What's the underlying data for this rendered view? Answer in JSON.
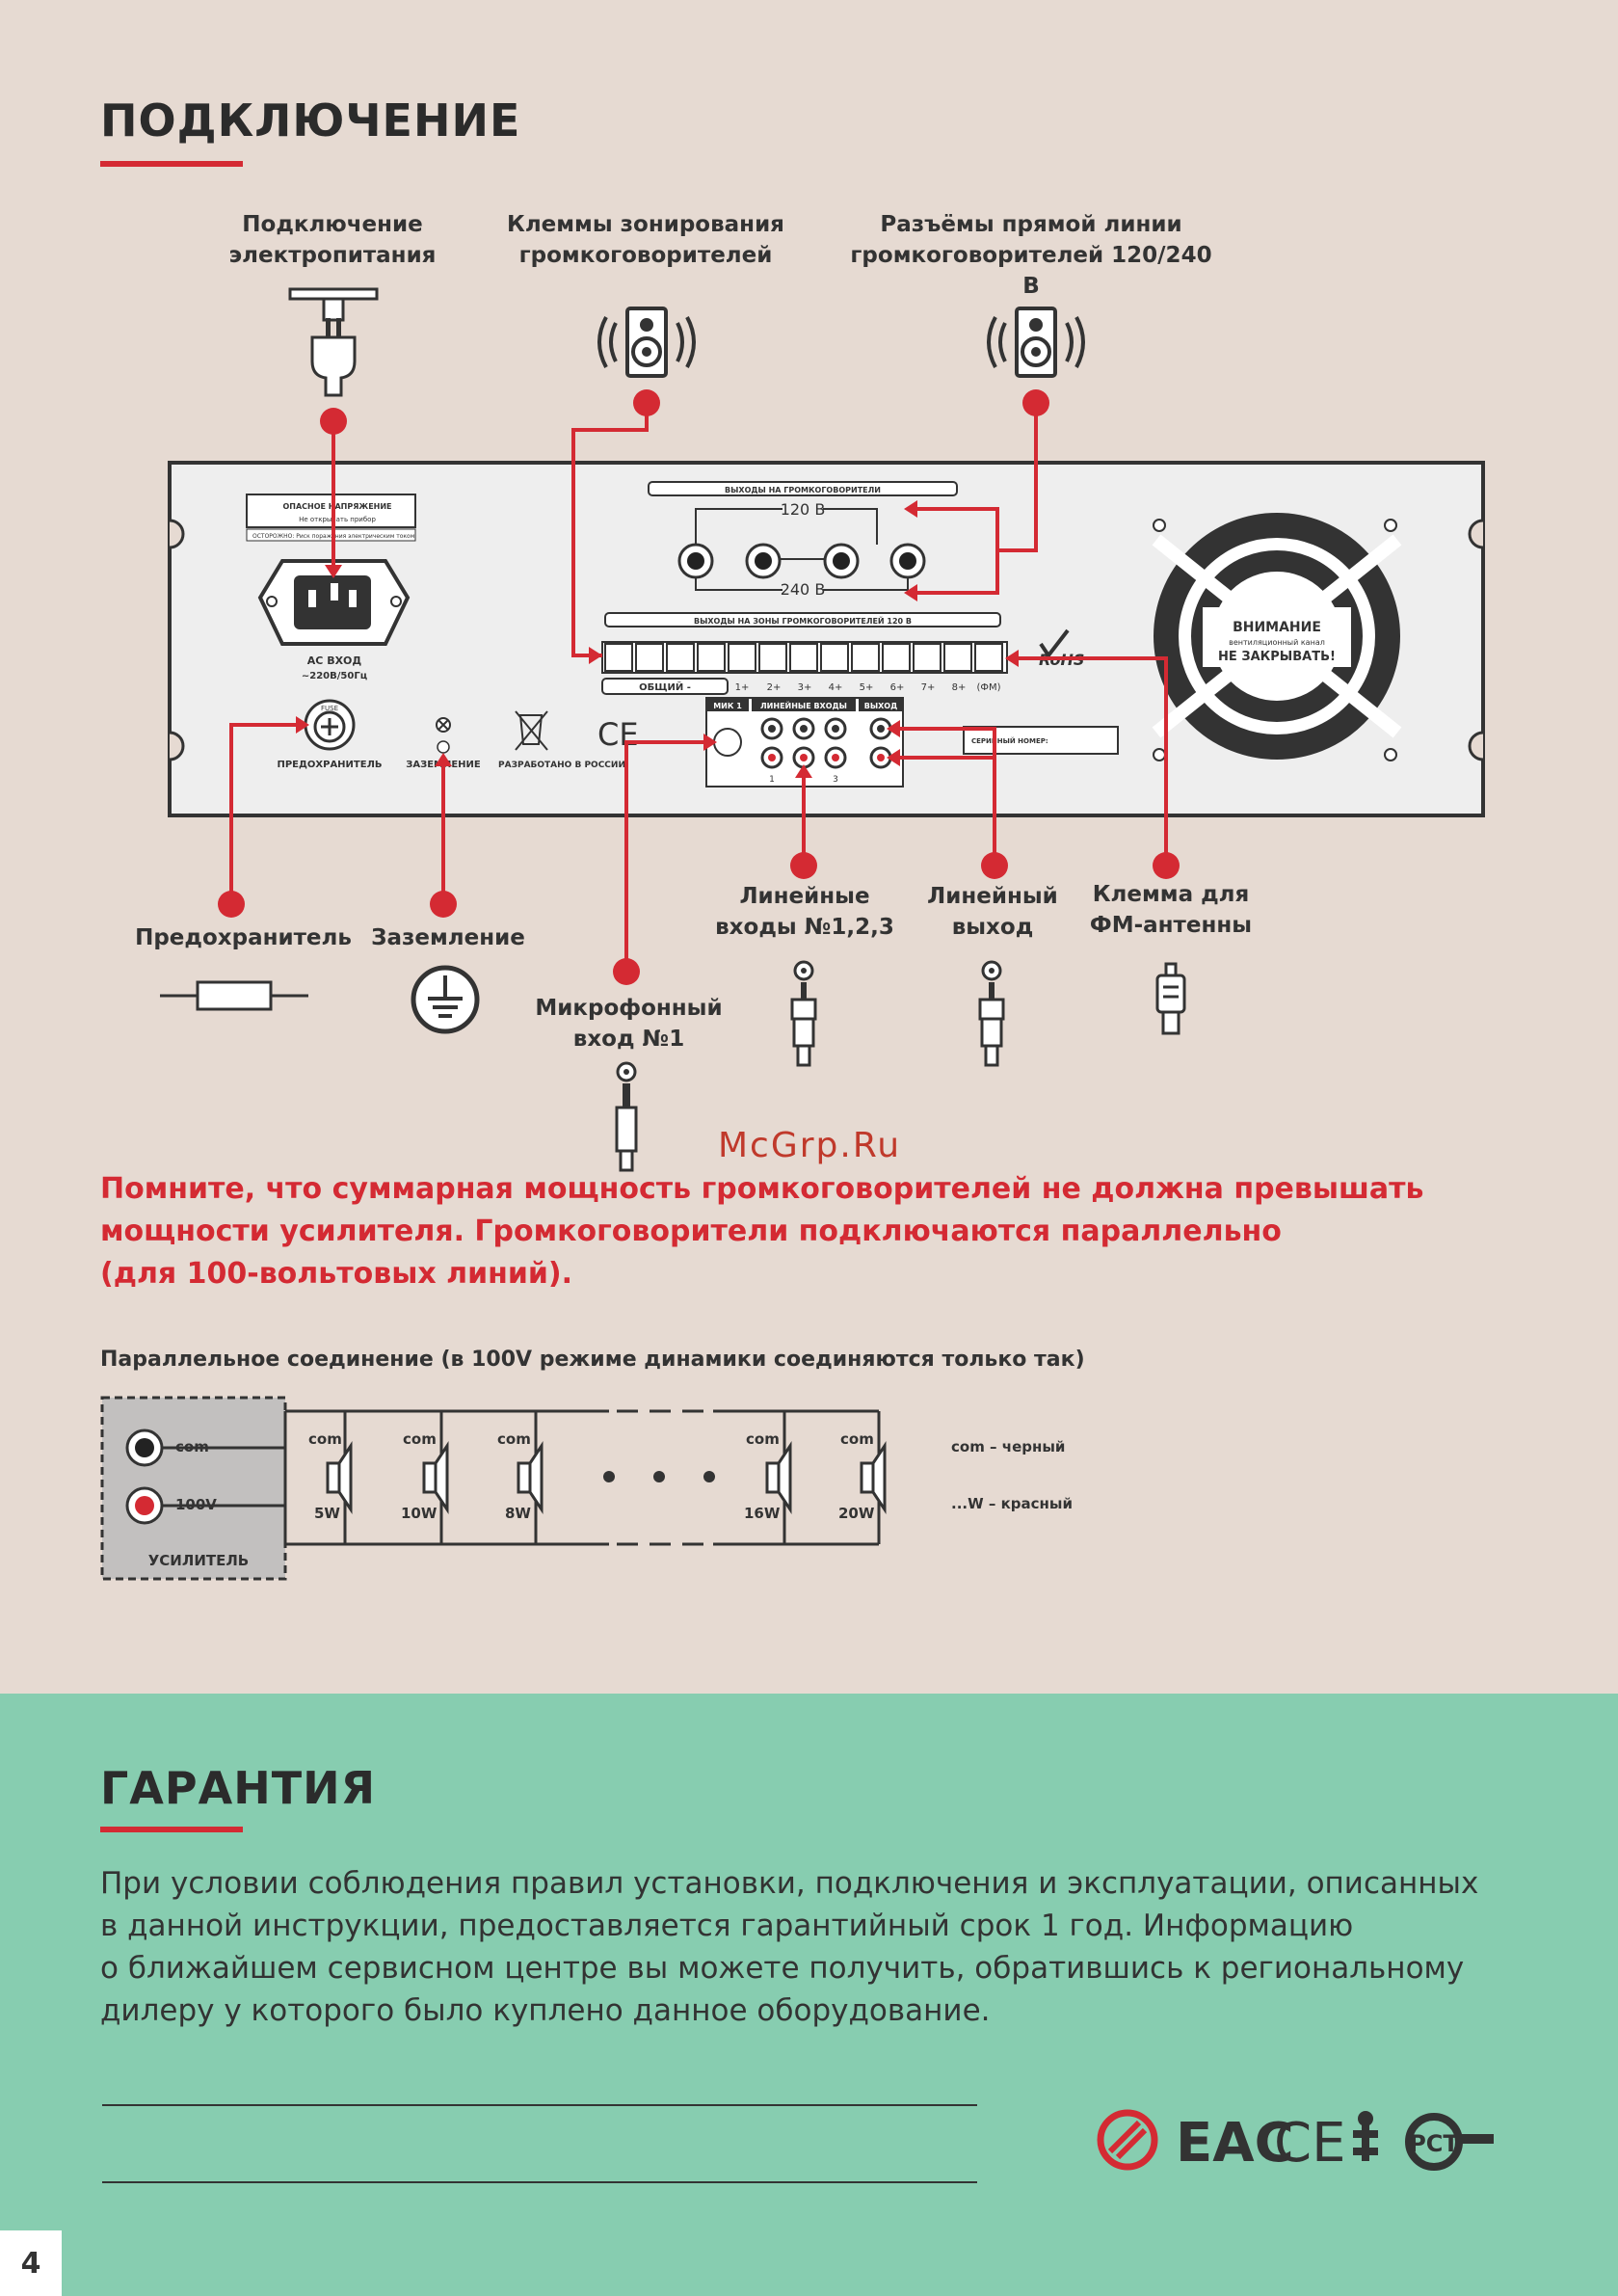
{
  "section1": {
    "title": "ПОДКЛЮЧЕНИЕ"
  },
  "callouts_top": {
    "power": [
      "Подключение",
      "электропитания"
    ],
    "zones": [
      "Клеммы зонирования",
      "громкоговорителей"
    ],
    "direct": [
      "Разъёмы прямой линии",
      "громкоговорителей 120/240 В"
    ]
  },
  "callouts_bottom": {
    "fuse": "Предохранитель",
    "ground": "Заземление",
    "mic": [
      "Микрофонный",
      "вход №1"
    ],
    "line_in": [
      "Линейные",
      "входы №1,2,3"
    ],
    "line_out": [
      "Линейный",
      "выход"
    ],
    "fm": [
      "Клемма для",
      "ФМ-антенны"
    ]
  },
  "panel": {
    "warning_box": [
      "ОПАСНОЕ НАПРЯЖЕНИЕ",
      "Не открывать прибор"
    ],
    "warning_note": "ОСТОРОЖНО: Риск поражения электрическим током",
    "ac_label": [
      "AC ВХОД",
      "~220В/50Гц"
    ],
    "speaker_outputs_title": "ВЫХОДЫ НА ГРОМКОГОВОРИТЕЛИ",
    "v120": "120 В",
    "v240": "240 В",
    "zones_title": "ВЫХОДЫ НА ЗОНЫ ГРОМКОГОВОРИТЕЛЕЙ 120 В",
    "common_label": "ОБЩИЙ -",
    "zone_terminals": [
      "1+",
      "2+",
      "3+",
      "4+",
      "5+",
      "6+",
      "7+",
      "8+",
      "(ФМ)"
    ],
    "rohs": "RoHS",
    "fuse_label": "ПРЕДОХРАНИТЕЛЬ",
    "fuse_cap": "FUSE",
    "ground_label": "ЗАЗЕМЛЕНИЕ",
    "made_in": "РАЗРАБОТАНО В РОССИИ",
    "ce": "CE",
    "mic1": "МИК 1",
    "line_inputs": "ЛИНЕЙНЫЕ ВХОДЫ",
    "output": "ВЫХОД",
    "input_numbers": [
      "1",
      "3"
    ],
    "serial": "СЕРИЙНЫЙ НОМЕР:",
    "fan_warning": [
      "ВНИМАНИЕ",
      "вентиляционный канал",
      "НЕ ЗАКРЫВАТЬ!"
    ]
  },
  "watermark": "McGrp.Ru",
  "warning_lines": [
    "Помните, что суммарная мощность громкоговорителей не должна превышать",
    "мощности усилителя. Громкоговорители подключаются параллельно",
    "(для 100-вольтовых линий)."
  ],
  "parallel": {
    "title": "Параллельное соединение (в 100V режиме динамики соединяются только так)",
    "amp_com": "com",
    "amp_100v": "100V",
    "amp_label": "УСИЛИТЕЛЬ",
    "speakers": [
      {
        "com": "com",
        "power": "5W"
      },
      {
        "com": "com",
        "power": "10W"
      },
      {
        "com": "com",
        "power": "8W"
      },
      {
        "com": "com",
        "power": "16W"
      },
      {
        "com": "com",
        "power": "20W"
      }
    ],
    "legend": [
      "com –  черный",
      "...W –  красный"
    ]
  },
  "section2": {
    "title": "ГАРАНТИЯ"
  },
  "guarantee_lines": [
    "При условии соблюдения правил установки, подключения и эксплуатации, описанных",
    "в данной инструкции, предоставляется гарантийный срок 1 год. Информацию",
    "о ближайшем сервисном центре вы можете получить, обратившись к региональному",
    "дилеру у которого было куплено данное оборудование."
  ],
  "cert_marks": [
    "ЕАС",
    "CE",
    "РСТ"
  ],
  "page_number": "4",
  "colors": {
    "accent": "#d42a33",
    "top_bg": "#e6dad2",
    "bottom_bg": "#87cdb0",
    "text": "#333333"
  }
}
